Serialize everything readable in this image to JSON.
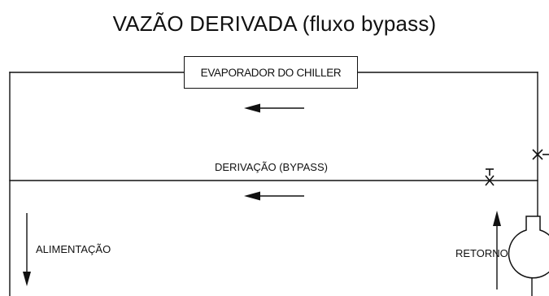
{
  "title": "VAZÃO DERIVADA (fluxo bypass)",
  "evaporator_label": "EVAPORADOR DO CHILLER",
  "bypass_label": "DERIVAÇÃO (BYPASS)",
  "supply_label": "ALIMENTAÇÃO",
  "return_label": "RETORNO",
  "line_color": "#111111"
}
